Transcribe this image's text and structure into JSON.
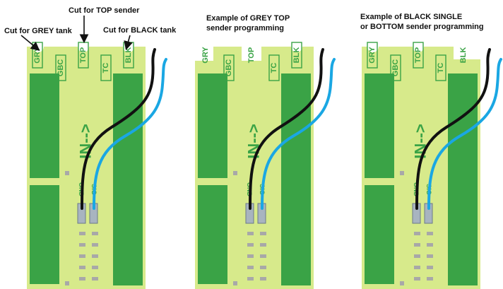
{
  "callouts": {
    "grey_cut": "Cut for GREY tank",
    "top_cut": "Cut for TOP sender",
    "black_cut": "Cut for BLACK tank"
  },
  "examples": {
    "grey_top": [
      "Example of GREY TOP",
      "sender programming"
    ],
    "black_single": [
      "Example of BLACK SINGLE",
      "or BOTTOM sender programming"
    ]
  },
  "board": {
    "tab_labels": [
      "GRY",
      "GBC",
      "TOP",
      "TC",
      "BLK"
    ],
    "arrow_text": "IN-->",
    "pin_labels": [
      "GND",
      "SIG"
    ]
  },
  "colors": {
    "board_fill": "#d7ea8b",
    "pad_fill": "#3aa346",
    "label_color": "#3aa346",
    "pin_fill": "#a8b4c0",
    "chip_fill": "#a8a8a8",
    "wire_black": "#111111",
    "wire_blue": "#1aa7e3"
  }
}
